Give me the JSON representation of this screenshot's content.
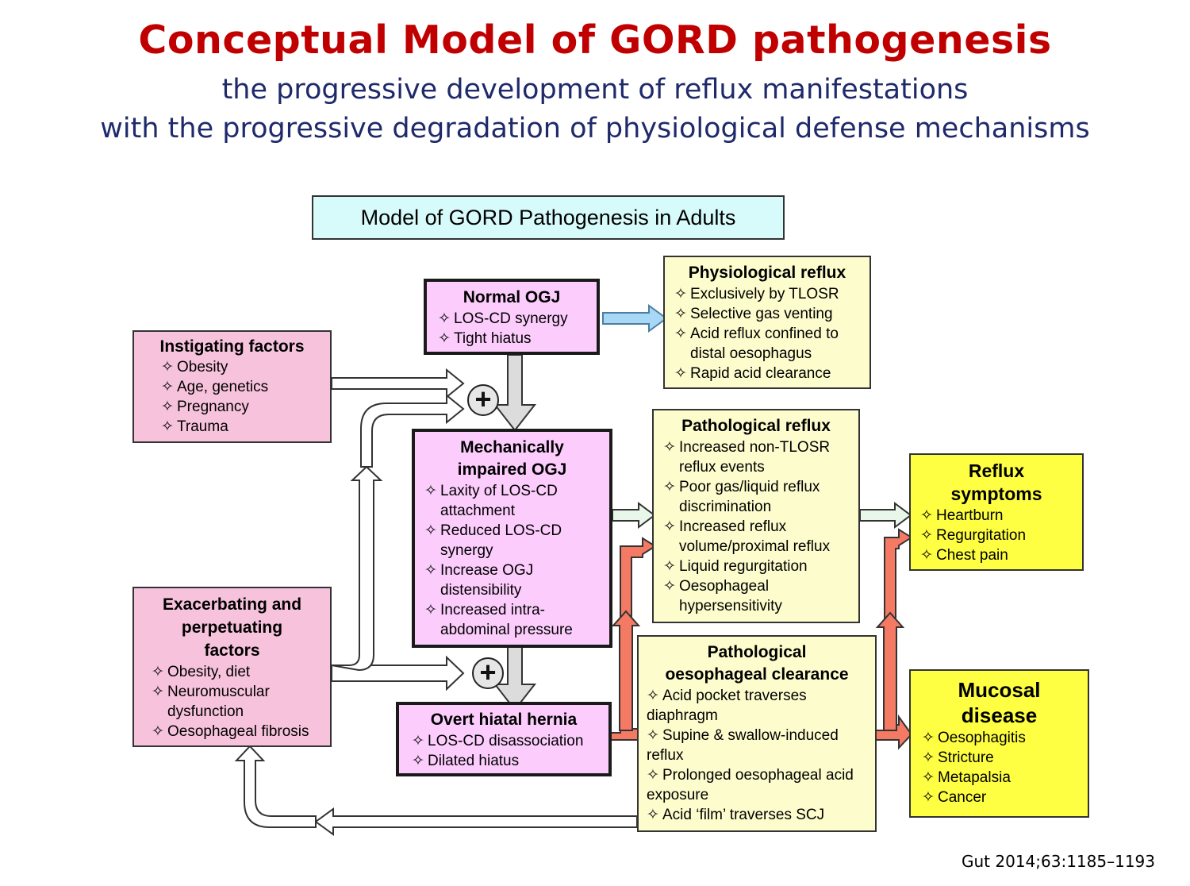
{
  "slide": {
    "title": "Conceptual  Model  of  GORD  pathogenesis",
    "subtitle_line1": "the progressive development of reflux manifestations",
    "subtitle_line2": "with the progressive degradation of physiological defense mechanisms",
    "citation": "Gut 2014;63:1185–1193"
  },
  "diagram": {
    "title": "Model of GORD Pathogenesis in Adults",
    "plus_symbol": "+",
    "bullet": "✧",
    "colors": {
      "pink_box": "#f7c3dc",
      "lilac_box": "#fccdfc",
      "cream_box": "#fdfccd",
      "yellow_box": "#fefe42",
      "title_box": "#d7fafa",
      "red_arrow": "#f47a64",
      "blue_arrow": "#a9d8f5",
      "green_arrow": "#e8f7ea"
    },
    "instigating": {
      "heading": "Instigating factors",
      "items": [
        "Obesity",
        "Age, genetics",
        "Pregnancy",
        "Trauma"
      ]
    },
    "exacerbating": {
      "heading": "Exacerbating and perpetuating factors",
      "items": [
        "Obesity, diet",
        "Neuromuscular dysfunction",
        "Oesophageal fibrosis"
      ]
    },
    "normal_ogj": {
      "heading": "Normal OGJ",
      "items": [
        "LOS-CD synergy",
        "Tight hiatus"
      ]
    },
    "impaired_ogj": {
      "heading": "Mechanically impaired OGJ",
      "items": [
        "Laxity of LOS-CD attachment",
        "Reduced LOS-CD synergy",
        "Increase OGJ distensibility",
        "Increased intra-abdominal pressure"
      ]
    },
    "hiatal_hernia": {
      "heading": "Overt hiatal hernia",
      "items": [
        "LOS-CD disassociation",
        "Dilated hiatus"
      ]
    },
    "physiological_reflux": {
      "heading": "Physiological reflux",
      "items": [
        "Exclusively by TLOSR",
        "Selective gas venting",
        "Acid reflux confined to distal oesophagus",
        "Rapid acid clearance"
      ]
    },
    "pathological_reflux": {
      "heading": "Pathological reflux",
      "items": [
        "Increased non-TLOSR reflux events",
        "Poor gas/liquid reflux discrimination",
        "Increased reflux volume/proximal reflux",
        "Liquid regurgitation",
        "Oesophageal hypersensitivity"
      ]
    },
    "pathological_clearance": {
      "heading": "Pathological oesophageal clearance",
      "items": [
        "Acid pocket traverses diaphragm",
        "Supine & swallow-induced reflux",
        "Prolonged oesophageal acid exposure",
        "Acid ‘film’ traverses SCJ"
      ]
    },
    "reflux_symptoms": {
      "heading": "Reflux symptoms",
      "items": [
        "Heartburn",
        "Regurgitation",
        "Chest pain"
      ]
    },
    "mucosal_disease": {
      "heading": "Mucosal disease",
      "items": [
        "Oesophagitis",
        "Stricture",
        "Metapalsia",
        "Cancer"
      ]
    }
  }
}
